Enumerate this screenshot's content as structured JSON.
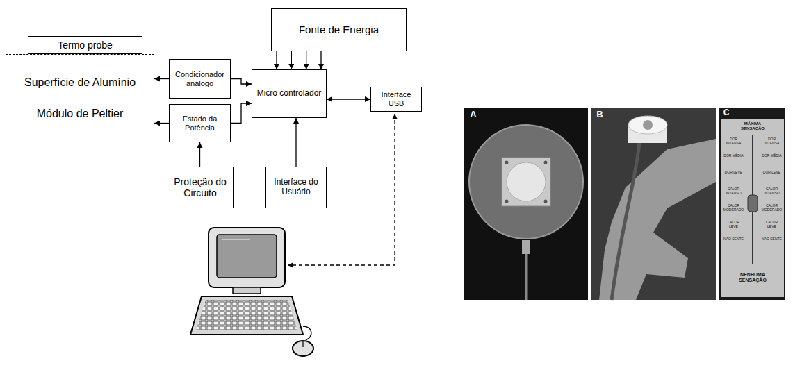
{
  "diagram": {
    "nodes": [
      {
        "text": [
          "Fonte de Energia"
        ]
      },
      {
        "text": [
          "Termo probe"
        ]
      },
      {
        "text": [
          "Superfície de Alumínio",
          "Módulo de Peltier"
        ]
      },
      {
        "text": [
          "Condicionador análogo"
        ]
      },
      {
        "text": [
          "Estado da Potência"
        ]
      },
      {
        "text": [
          "Micro controlador"
        ]
      },
      {
        "text": [
          "Interface USB"
        ]
      },
      {
        "text": [
          "Proteção do Circuito"
        ]
      },
      {
        "text": [
          "Interface do Usuário"
        ]
      }
    ],
    "edges": [
      {
        "from": 0,
        "to": 5,
        "arrow": "to"
      },
      {
        "from": 0,
        "to": 5,
        "arrow": "to"
      },
      {
        "from": 0,
        "to": 5,
        "arrow": "to"
      },
      {
        "from": 0,
        "to": 5,
        "arrow": "to"
      },
      {
        "from": 3,
        "to": 2,
        "arrow": "to"
      },
      {
        "from": 3,
        "to": 5,
        "arrow": "to"
      },
      {
        "from": 4,
        "to": 2,
        "arrow": "to"
      },
      {
        "from": 4,
        "to": 5,
        "arrow": "to"
      },
      {
        "from": 7,
        "to": 4,
        "arrow": "to"
      },
      {
        "from": 8,
        "to": 5,
        "arrow": "to"
      },
      {
        "from": 5,
        "to": 6,
        "arrow": "both"
      }
    ],
    "labels": [
      "A",
      "B",
      "C",
      "MÁXIMA SENSAÇÃO",
      "DOR INTENSA",
      "DOR INTENSA",
      "DOR MÉDIA",
      "DOR MÉDIA",
      "DOR LEVE",
      "DOR LEVE",
      "CALOR INTENSO",
      "CALOR INTENSO",
      "CALOR MODERADO",
      "CALOR MODERADO",
      "CALOR LEVE",
      "CALOR LEVE",
      "NÃO SENTE",
      "NÃO SENTE",
      "NENHUMA SENSAÇÃO"
    ]
  }
}
